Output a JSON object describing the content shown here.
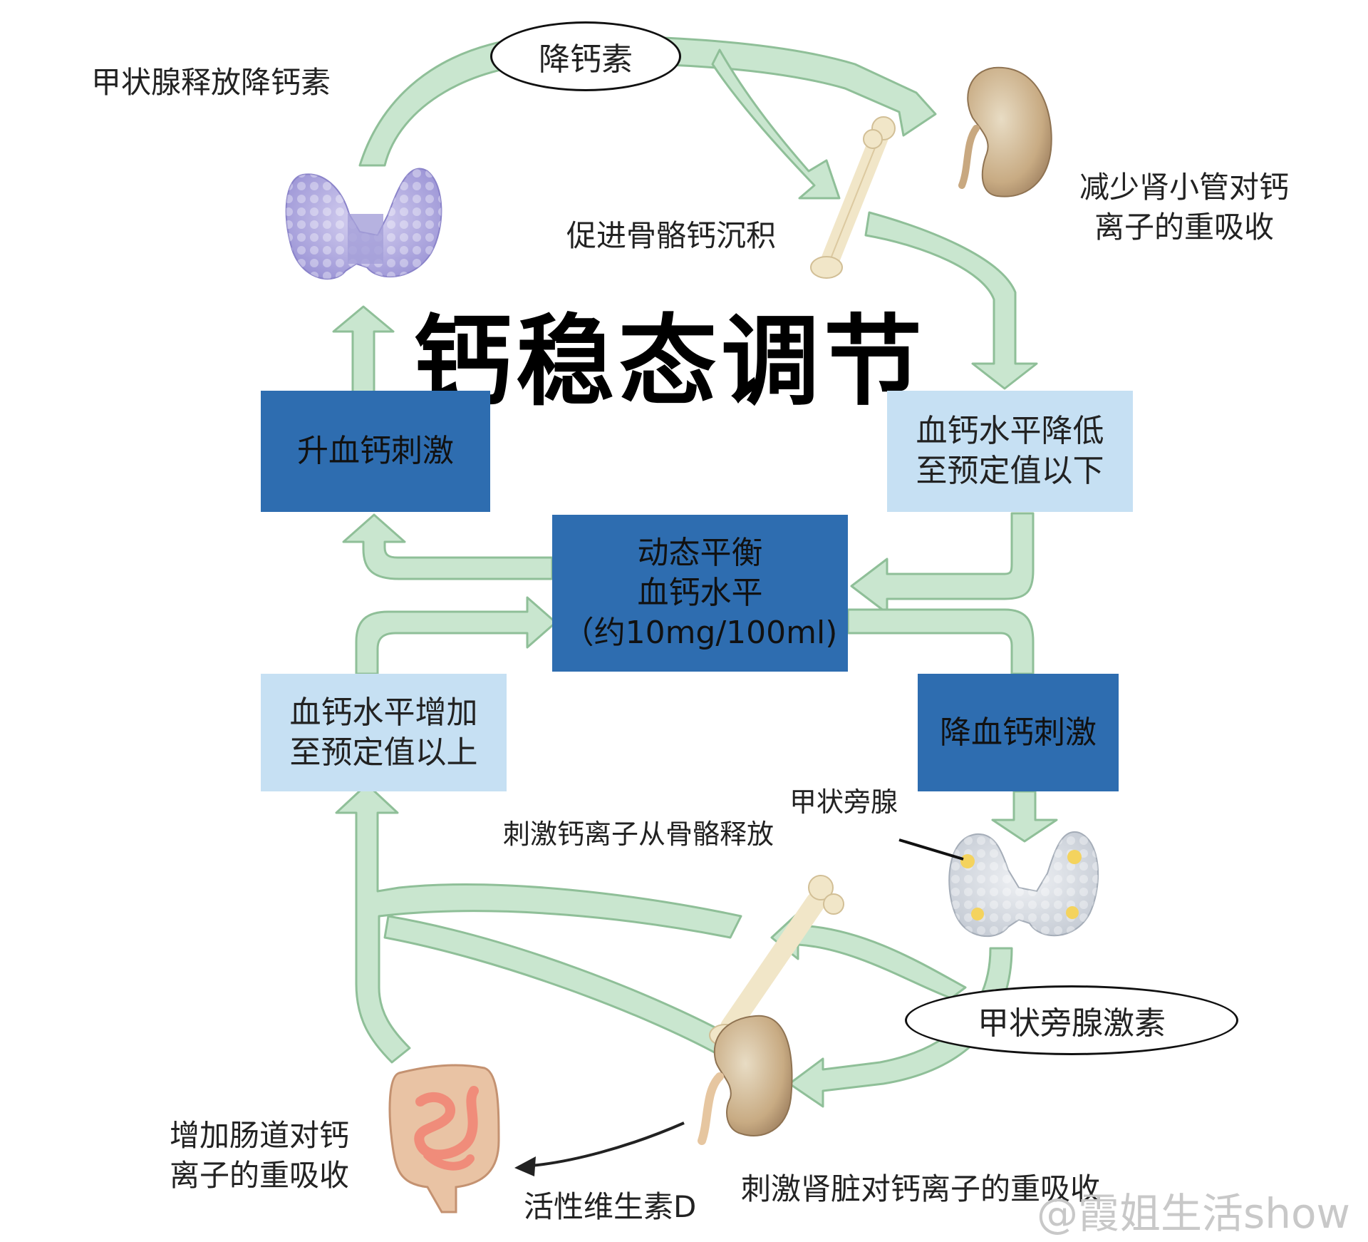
{
  "title": "钙稳态调节",
  "center_box": {
    "line1": "动态平衡",
    "line2": "血钙水平",
    "line3": "（约10mg/100ml)"
  },
  "boxes": {
    "raise_stimulus": "升血钙刺激",
    "lower_stimulus": "降血钙刺激",
    "drop_line1": "血钙水平降低",
    "drop_line2": "至预定值以下",
    "rise_line1": "血钙水平增加",
    "rise_line2": "至预定值以上"
  },
  "ovals": {
    "calcitonin": "降钙素",
    "pth": "甲状旁腺激素"
  },
  "labels": {
    "thyroid_release": "甲状腺释放降钙素",
    "bone_deposit": "促进骨骼钙沉积",
    "kidney_reduce_line1": "减少肾小管对钙",
    "kidney_reduce_line2": "离子的重吸收",
    "parathyroid": "甲状旁腺",
    "bone_release": "刺激钙离子从骨骼释放",
    "intestine_line1": "增加肠道对钙",
    "intestine_line2": "离子的重吸收",
    "vitamin_d": "活性维生素D",
    "kidney_stimulate": "刺激肾脏对钙离子的重吸收"
  },
  "watermark": "@霞姐生活show",
  "colors": {
    "arrow_fill": "#c9e6cf",
    "arrow_stroke": "#8fbf98",
    "box_dark": "#2e6db0",
    "box_light": "#c6e0f3"
  }
}
